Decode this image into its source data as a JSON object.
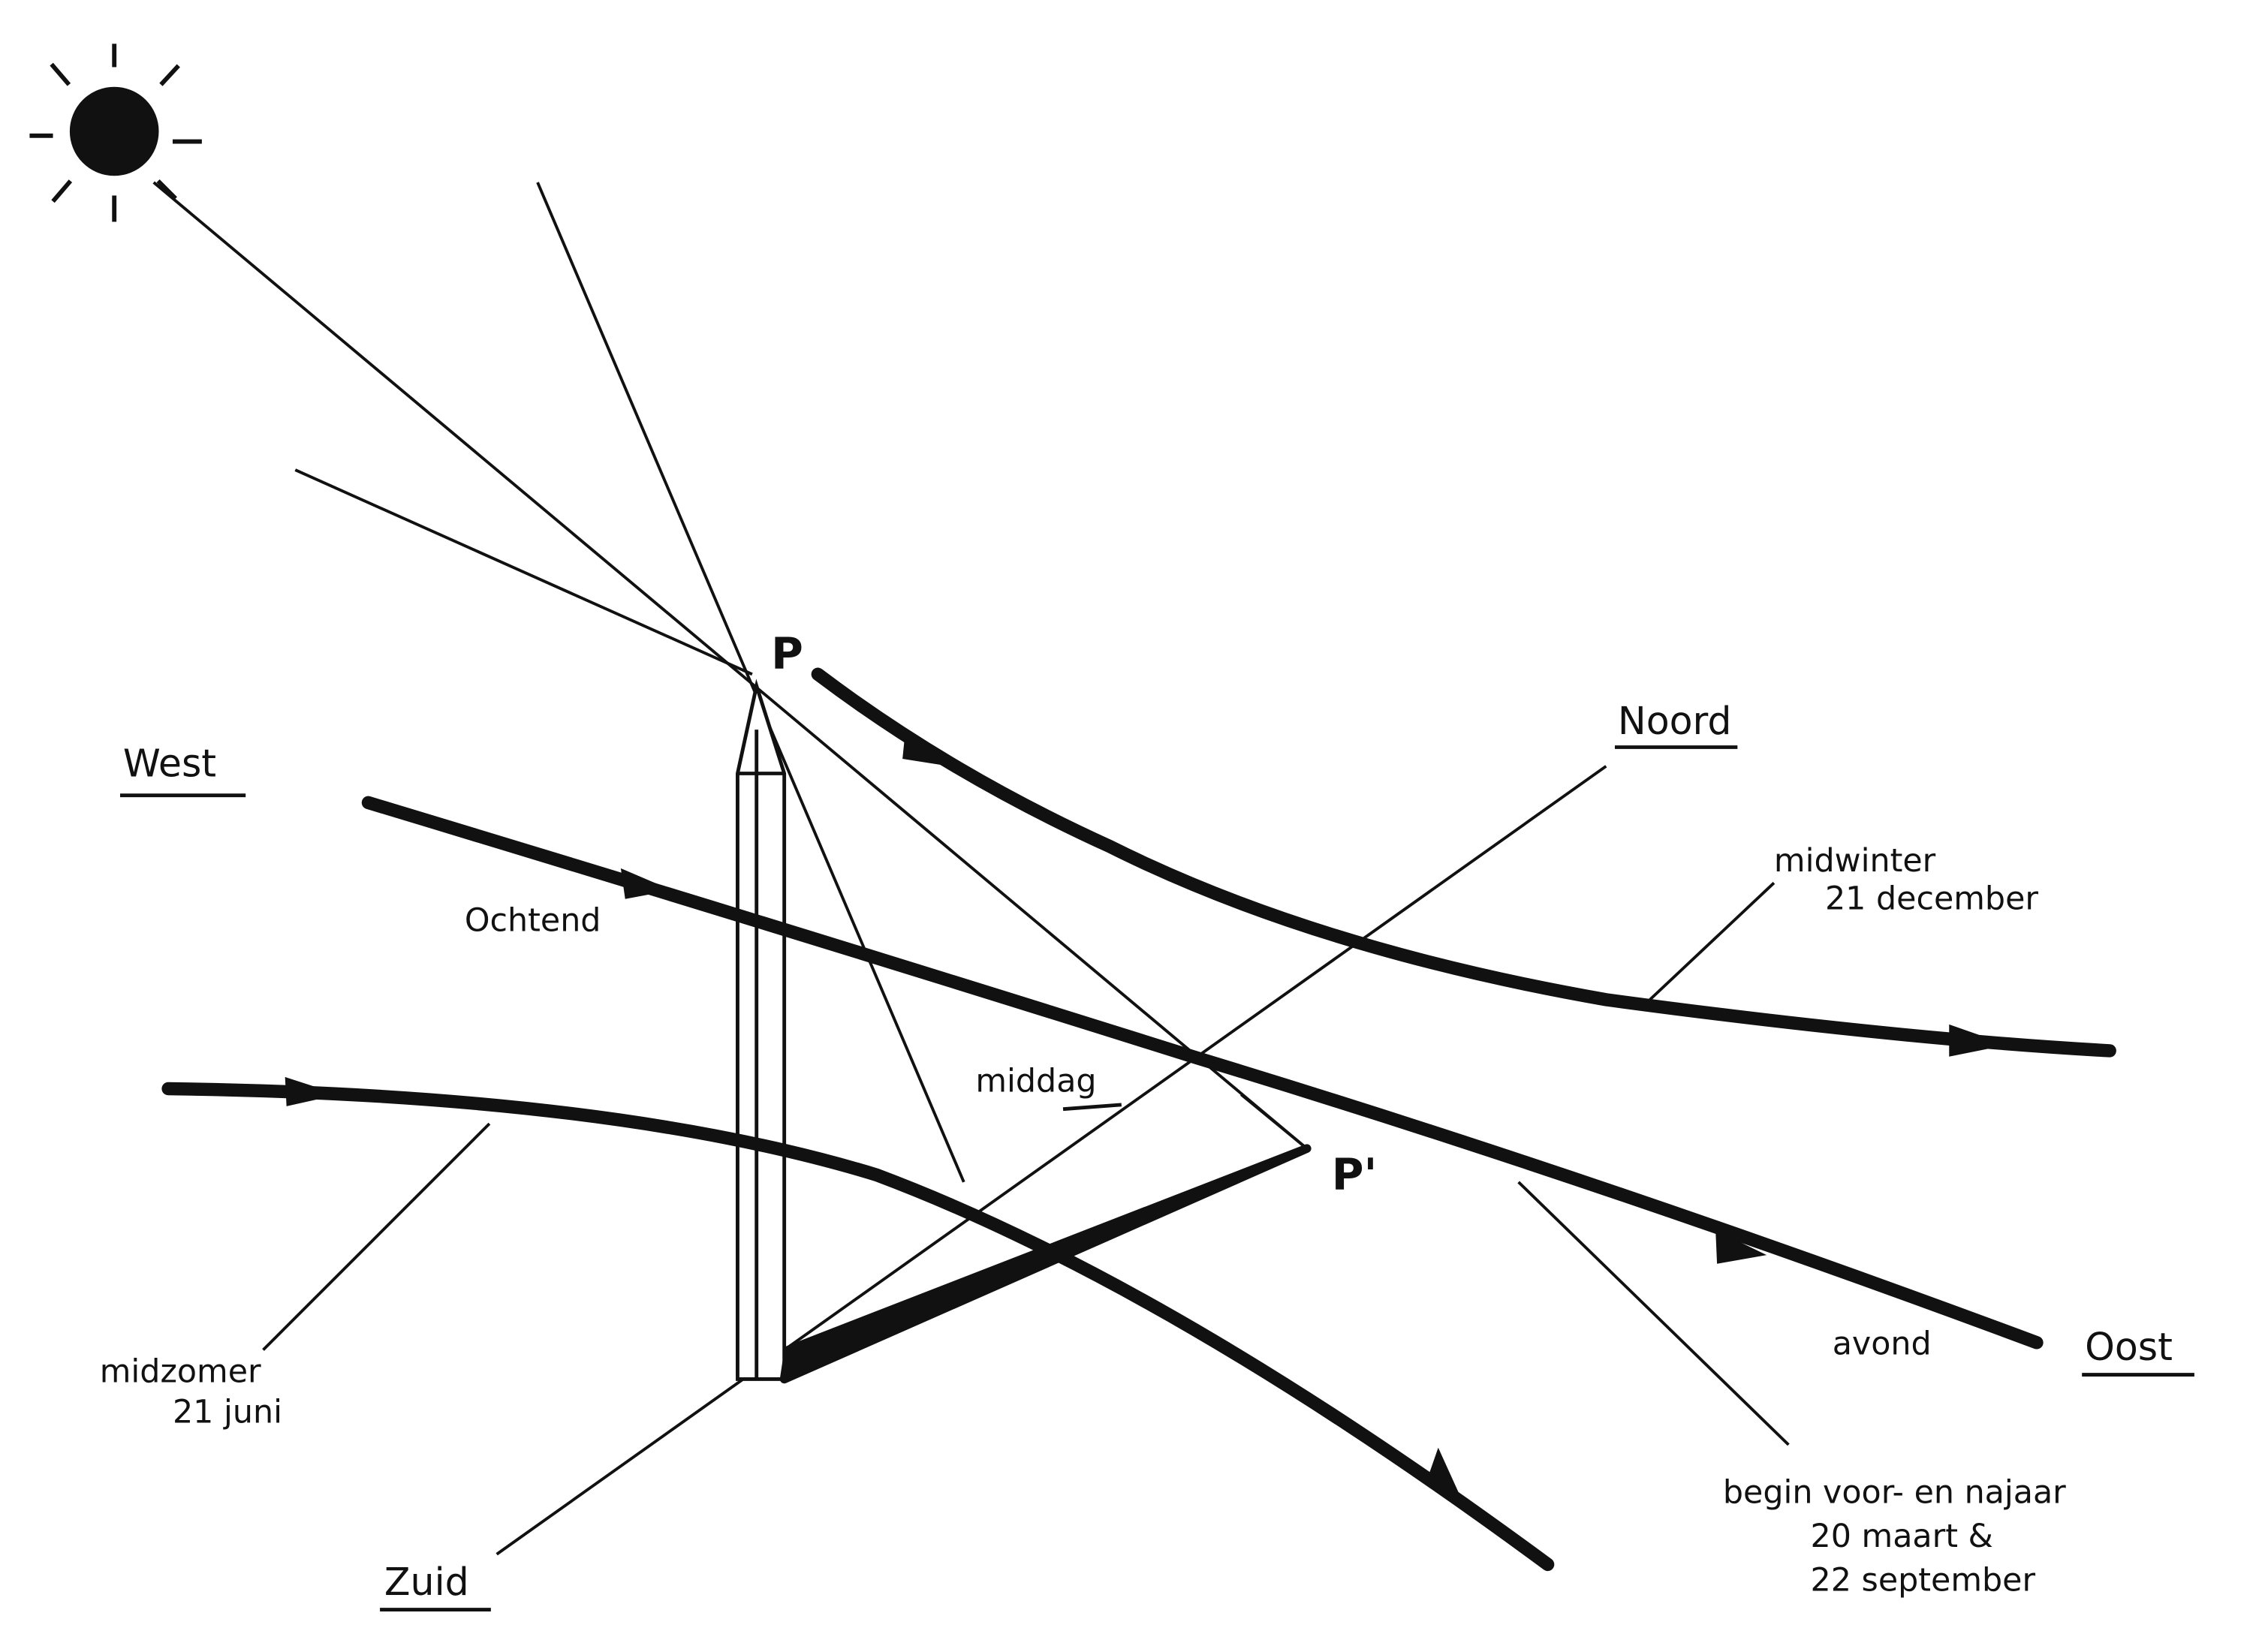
{
  "labels": {
    "P": "P",
    "P_prime": "P'",
    "west": "West",
    "noord": "Noord",
    "oost": "Oost",
    "zuid": "Zuid",
    "ochtend": "Ochtend",
    "middag": "middag",
    "avond": "avond",
    "midwinter_1": "midwinter",
    "midwinter_2": "21 december",
    "midzomer_1": "midzomer",
    "midzomer_2": "21 juni",
    "equinox_1": "begin voor- en najaar",
    "equinox_2": "20 maart &",
    "equinox_3": "22 september"
  },
  "colors": {
    "ink": "#111111",
    "paper": "#ffffff"
  }
}
